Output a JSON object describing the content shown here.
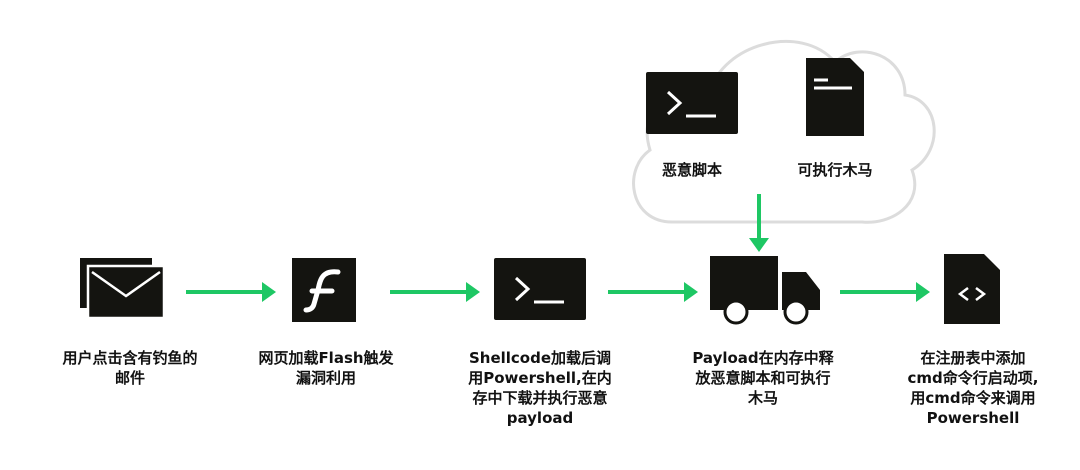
{
  "colors": {
    "arrow": "#1ec764",
    "icon": "#141410",
    "cloud_fill": "#ffffff",
    "cloud_stroke": "#dcdcdc"
  },
  "cloud": {
    "malicious_script": {
      "icon": "terminal-icon",
      "label": "恶意脚本"
    },
    "executable_trojan": {
      "icon": "document-icon",
      "label": "可执行木马"
    }
  },
  "steps": [
    {
      "icon": "mail-icon",
      "label": "用户点击含有钓鱼的\n邮件"
    },
    {
      "icon": "flash-icon",
      "label": "网页加载Flash触发\n漏洞利用"
    },
    {
      "icon": "terminal-icon",
      "label": "Shellcode加载后调\n用Powershell,在内\n存中下载并执行恶意\npayload"
    },
    {
      "icon": "truck-icon",
      "label": "Payload在内存中释\n放恶意脚本和可执行\n木马"
    },
    {
      "icon": "code-file-icon",
      "label": "在注册表中添加\ncmd命令行启动项,\n用cmd命令来调用\nPowershell"
    }
  ]
}
